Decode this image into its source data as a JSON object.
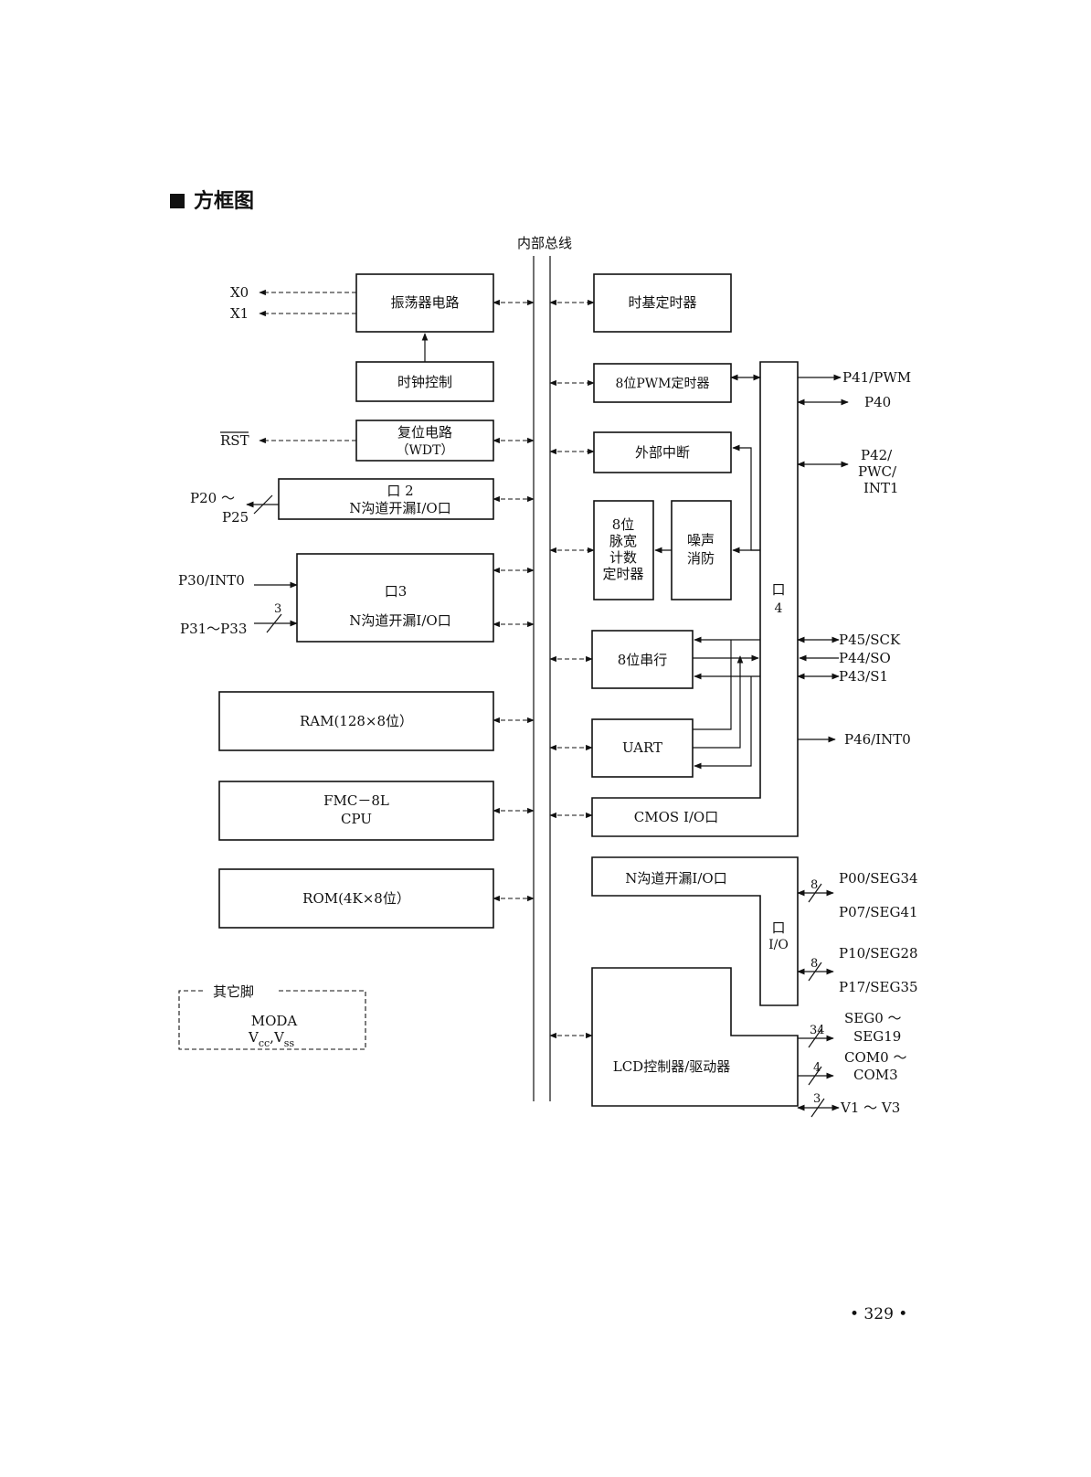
{
  "heading": "方框图",
  "bus_label": "内部总线",
  "blocks": {
    "oscillator": "振荡器电路",
    "clock_control": "时钟控制",
    "reset_line1": "复位电路",
    "reset_line2": "（WDT）",
    "port2_line1": "口 2",
    "port2_line2": "N沟道开漏I/O口",
    "port3_line1": "口3",
    "port3_line2": "N沟道开漏I/O口",
    "ram": "RAM(128×8位）",
    "cpu_line1": "FMC－8L",
    "cpu_line2": "CPU",
    "rom": "ROM(4K×8位）",
    "timebase": "时基定时器",
    "pwm_timer": "8位PWM定时器",
    "ext_int": "外部中断",
    "pwc_line1": "8位",
    "pwc_line2": "脉宽",
    "pwc_line3": "计数",
    "pwc_line4": "定时器",
    "noise_line1": "噪声",
    "noise_line2": "消防",
    "serial": "8位串行",
    "uart": "UART",
    "cmos_io": "CMOS I/O口",
    "port4_line1": "口",
    "port4_line2": "4",
    "nch_io": "N沟道开漏I/O口",
    "portio_line1": "口",
    "portio_line2": "I/O",
    "lcd": "LCD控制器/驱动器"
  },
  "other_pins": {
    "title": "其它脚",
    "line1": "MODA",
    "vcc_main": "V",
    "vcc_sub": "cc",
    "sep": ",",
    "vss_main": "V",
    "vss_sub": "ss"
  },
  "pins": {
    "x0": "X0",
    "x1": "X1",
    "rst": "RST",
    "p20": "P20 ～",
    "p25": "P25",
    "p30": "P30/INT0",
    "p31": "P31～P33",
    "p41": "P41/PWM",
    "p40": "P40",
    "p42_1": "P42/",
    "p42_2": "PWC/",
    "p42_3": "INT1",
    "p45": "P45/SCK",
    "p44": "P44/SO",
    "p43": "P43/S1",
    "p46": "P46/INT0",
    "p00": "P00/SEG34",
    "p07": "P07/SEG41",
    "p10": "P10/SEG28",
    "p17": "P17/SEG35",
    "seg0": "SEG0 ～",
    "seg19": "SEG19",
    "com0": "COM0 ～",
    "com3": "COM3",
    "v1": "V1 ～ V3"
  },
  "bus_widths": {
    "p2": "",
    "p3": "3",
    "p0": "8",
    "p1": "8",
    "seg": "34",
    "com": "4",
    "v": "3"
  },
  "page_number": "• 329 •"
}
